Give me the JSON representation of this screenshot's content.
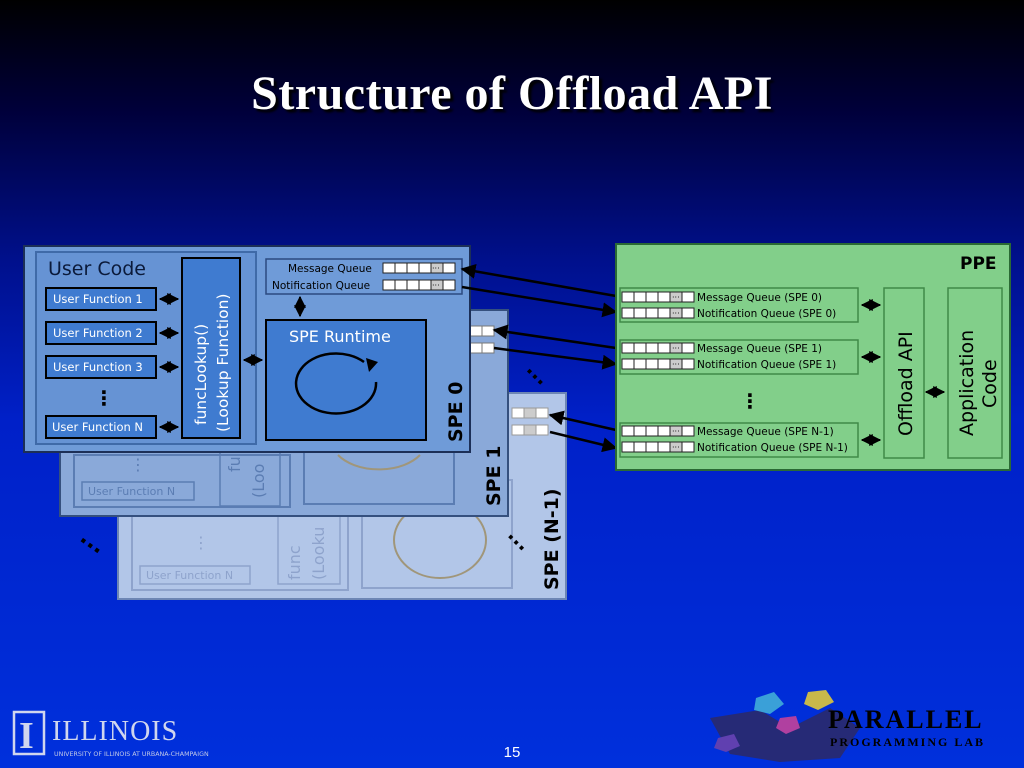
{
  "slide": {
    "title": "Structure of  Offload API",
    "page_number": "15"
  },
  "spe0": {
    "user_code_title": "User Code",
    "functions": [
      "User Function 1",
      "User Function 2",
      "User Function 3"
    ],
    "function_n": "User Function N",
    "lookup_line1": "funcLookup()",
    "lookup_line2": "(Lookup Function)",
    "message_queue": "Message Queue",
    "notification_queue": "Notification Queue",
    "runtime": "SPE Runtime",
    "label": "SPE 0"
  },
  "spe1": {
    "function_n": "User Function N",
    "lookup_line1": "fu",
    "lookup_line2": "(Loo",
    "label": "SPE 1"
  },
  "speN1": {
    "function_n": "User Function N",
    "lookup_line1": "func",
    "lookup_line2": "(Looku",
    "label": "SPE (N-1)"
  },
  "ppe": {
    "label": "PPE",
    "queues": [
      "Message Queue (SPE 0)",
      "Notification Queue (SPE 0)",
      "Message Queue (SPE 1)",
      "Notification Queue (SPE 1)",
      "Message Queue (SPE N-1)",
      "Notification Queue (SPE N-1)"
    ],
    "offload_api": "Offload API",
    "app_line1": "Application",
    "app_line2": "Code"
  },
  "logos": {
    "illinois": "ILLINOIS",
    "illinois_sub": "UNIVERSITY OF ILLINOIS AT URBANA-CHAMPAIGN",
    "ppl_line1": "PARALLEL",
    "ppl_line2": "PROGRAMMING LAB"
  },
  "colors": {
    "spe0_fill": "#6f9bd8",
    "spe1_fill": "#8aa9d9",
    "speN1_fill": "#b2c6e8",
    "ppe_fill": "#82cf8a",
    "inner_fill": "#3f7bd0"
  }
}
